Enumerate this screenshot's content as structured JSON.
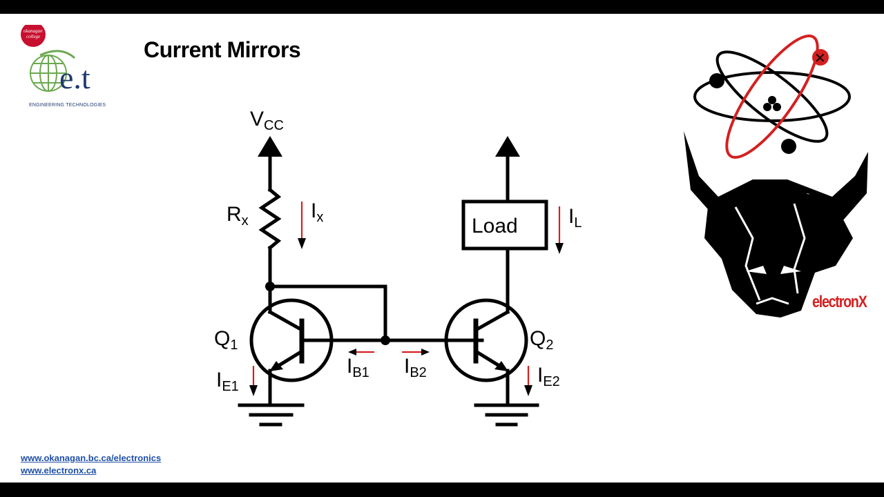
{
  "slide": {
    "title": "Current Mirrors"
  },
  "logo": {
    "college_line1": "okanagan",
    "college_line2": "college",
    "mark": "e.t",
    "subtitle": "ENGINEERING TECHNOLOGIES"
  },
  "circuit": {
    "supply_main": "V",
    "supply_sub": "CC",
    "resistor_main": "R",
    "resistor_sub": "x",
    "current_x_main": "I",
    "current_x_sub": "x",
    "load_label": "Load",
    "current_l_main": "I",
    "current_l_sub": "L",
    "q1_main": "Q",
    "q1_sub": "1",
    "q2_main": "Q",
    "q2_sub": "2",
    "ib1_main": "I",
    "ib1_sub": "B1",
    "ib2_main": "I",
    "ib2_sub": "B2",
    "ie1_main": "I",
    "ie1_sub": "E1",
    "ie2_main": "I",
    "ie2_sub": "E2",
    "colors": {
      "wire": "#000000",
      "current_arrow": "#d42020"
    }
  },
  "mascot": {
    "label": "electronX",
    "icon": "atom-bull-mascot"
  },
  "footer": {
    "link1": "www.okanagan.bc.ca/electronics",
    "link2": "www.electronx.ca",
    "link_color": "#1f4fa8"
  }
}
